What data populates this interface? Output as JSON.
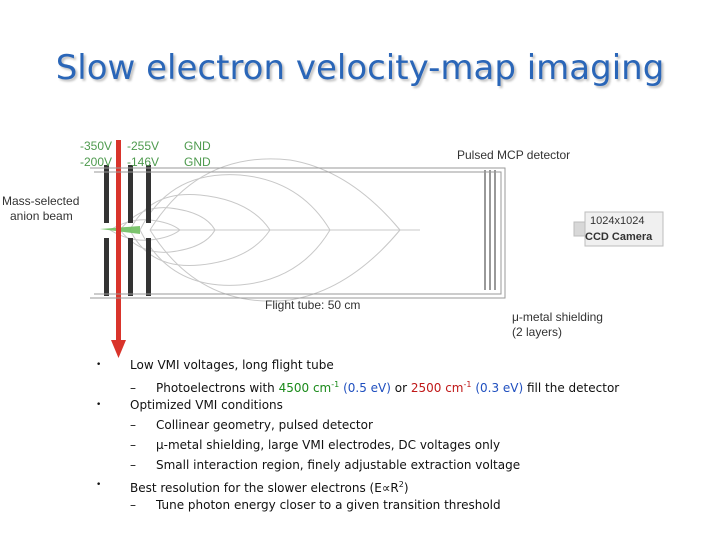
{
  "title": "Slow electron velocity-map imaging",
  "diagram": {
    "voltages_row1": [
      "-350V",
      "-255V",
      "GND"
    ],
    "voltages_row2": [
      "-200V",
      "-146V",
      "GND"
    ],
    "detector_label": "Pulsed MCP detector",
    "beam_label_line1": "Mass-selected",
    "beam_label_line2": "anion beam",
    "camera_res": "1024x1024",
    "camera_label": "CCD Camera",
    "flight_tube": "Flight tube: 50 cm",
    "shield_line1": "μ-metal shielding",
    "shield_line2": "(2 layers)",
    "colors": {
      "laser": "#d9342b",
      "beam": "#6fbf5f",
      "field_lines": "#c8c8c8",
      "electrodes": "#333333"
    }
  },
  "bullets": {
    "b1": "Low VMI voltages, long flight tube",
    "b1_sub": {
      "dash": "–",
      "pre": "Photoelectrons with",
      "v1": "4500 cm",
      "sup1": "-1",
      "e1": "(0.5 eV)",
      "or": "or",
      "v2": "2500 cm",
      "sup2": "-1",
      "e2": "(0.3 eV)",
      "post": "fill the detector"
    },
    "b2": "Optimized VMI conditions",
    "b2_subs": [
      "Collinear geometry, pulsed detector",
      "μ-metal shielding, large VMI electrodes, DC voltages only",
      "Small interaction region, finely adjustable extraction voltage"
    ],
    "b3_pre": "Best resolution for the slower electrons (E∝R",
    "b3_sup": "2",
    "b3_post": ")",
    "b3_sub": "Tune photon energy closer to a given transition threshold",
    "dash": "–",
    "bullet_char": "•"
  }
}
